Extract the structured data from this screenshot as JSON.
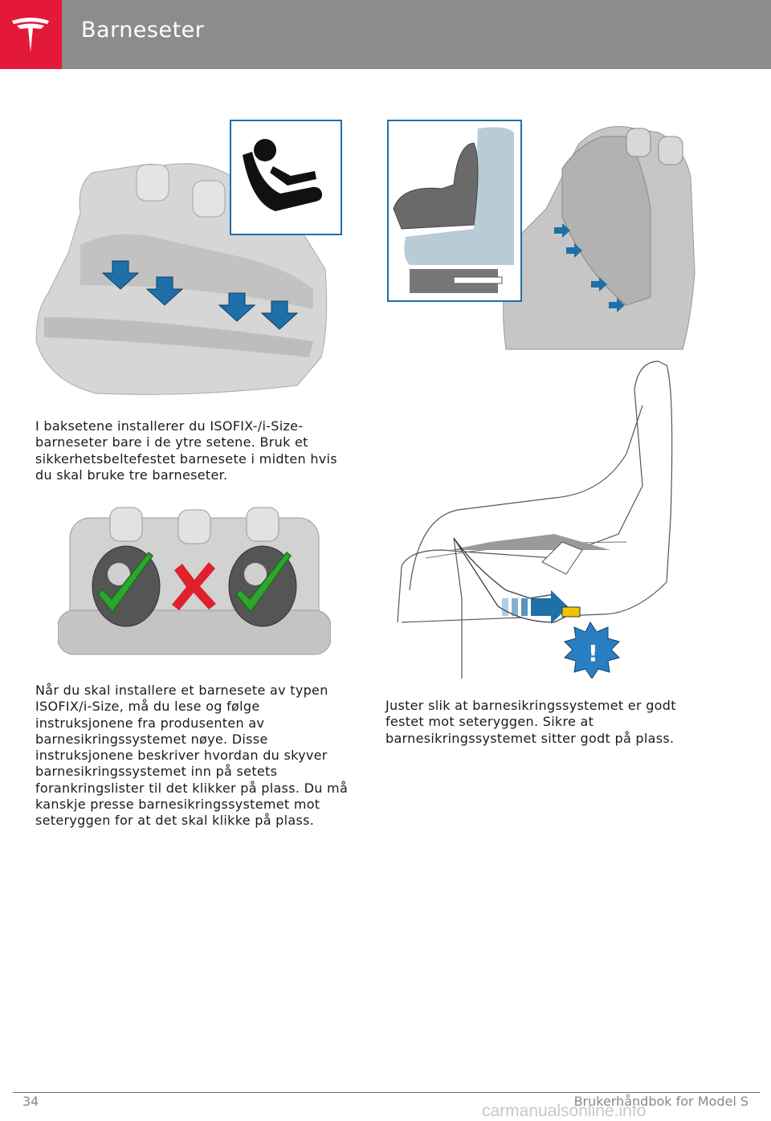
{
  "header": {
    "title": "Barneseter",
    "logo_icon": "tesla-logo-icon",
    "accent_color": "#e31937",
    "bar_color": "#8c8c8c"
  },
  "paragraphs": {
    "outer_seats": "I baksetene installerer du ISOFIX-/i-Size-barneseter bare i de ytre setene. Bruk et sikkerhetsbeltefestet barnesete i midten hvis du skal bruke tre barneseter.",
    "install": "Når du skal installere et barnesete av typen ISOFIX/i-Size, må du lese og følge instruksjonene fra produsenten av barnesikringssystemet nøye. Disse instruksjonene beskriver hvordan du skyver barnesikringssystemet inn på setets forankringslister til det klikker på plass. Du må kanskje presse barnesikringssystemet mot seteryggen for at det skal klikke på plass.",
    "adjust": "Juster slik at barnesikringssystemet er godt festet mot seteryggen. Sikre at barnesikringssystemet sitter godt på plass."
  },
  "figures": {
    "isofix_anchors": {
      "icon": "isofix-child-seat-icon",
      "arrow_color": "#1f6fa8"
    },
    "seat_positions": {
      "allowed_icon": "checkmark-icon",
      "forbidden_icon": "cross-icon",
      "check_color": "#2ea52e",
      "cross_color": "#e0202a"
    },
    "side_view": {
      "arrow_color": "#1f6fa8"
    },
    "push_seat": {
      "warning_icon": "exclamation-icon",
      "warning_color": "#2a7fc2"
    }
  },
  "footer": {
    "page_number": "34",
    "manual_title": "Brukerhåndbok for Model S"
  },
  "watermark": "carmanualsonline.info"
}
